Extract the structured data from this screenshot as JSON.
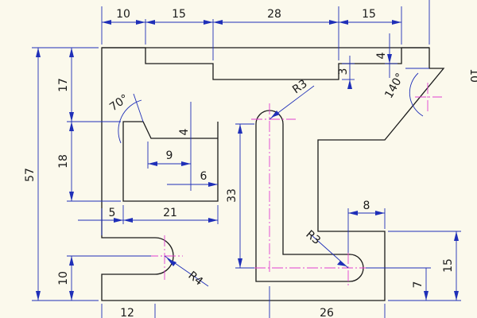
{
  "dimensions": {
    "top_10": "10",
    "top_15a": "15",
    "top_28": "28",
    "top_15b": "15",
    "overall_57": "57",
    "left_17": "17",
    "left_18": "18",
    "left_10": "10",
    "angle_70": "70°",
    "notch_4": "4",
    "notch_9": "9",
    "notch_6": "6",
    "low_5": "5",
    "low_21": "21",
    "slot_33": "33",
    "radius_r3_top": "R3",
    "radius_r3_bottom": "R3",
    "slot_8": "8",
    "right_15": "15",
    "right_7": "7",
    "radius_r4": "R4",
    "bottom_12": "12",
    "bottom_26": "26",
    "step_3": "3",
    "step_4": "4",
    "angle_140": "140°",
    "edge_10": "10"
  },
  "colors": {
    "background": "#fbf9ec",
    "outline": "#1a1a1a",
    "dimension": "#1f2fb8",
    "centerline": "#e03fd0"
  }
}
